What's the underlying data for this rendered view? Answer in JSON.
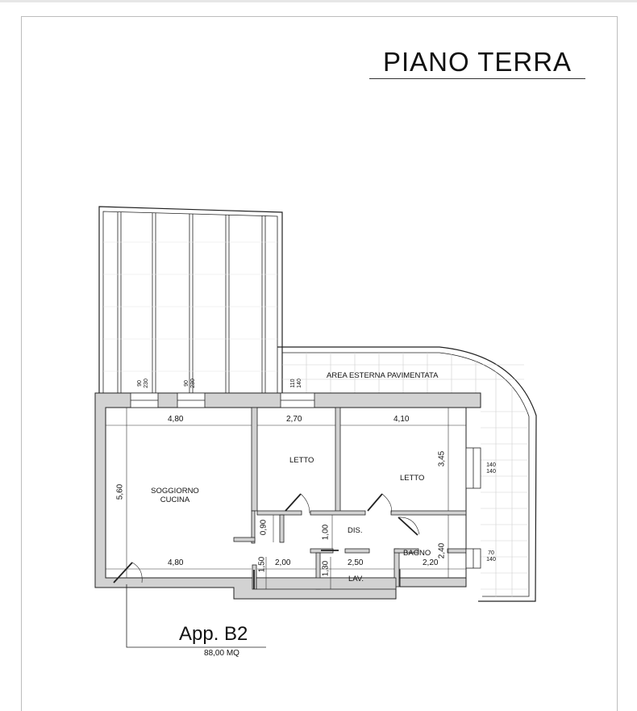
{
  "header": {
    "title": "PIANO TERRA"
  },
  "unit": {
    "name": "App. B2",
    "area": "88,00 MQ"
  },
  "rooms": {
    "outdoor": "AREA ESTERNA PAVIMENTATA",
    "living": [
      "SOGGIORNO",
      "CUCINA"
    ],
    "bedroom1": "LETTO",
    "bedroom2": "LETTO",
    "hall": "DIS.",
    "bath": "BAGNO",
    "laundry": "LAV."
  },
  "dimensions": {
    "living_width_top": "4,80",
    "living_width_bottom": "4,80",
    "living_depth": "5,60",
    "bed1_width": "2,70",
    "bed2_width": "4,10",
    "bed2_depth": "3,45",
    "closet_depth": "0,90",
    "hall_depth": "1,00",
    "bath_depth": "2,40",
    "bath_width": "2,20",
    "lav_width": "2,50",
    "lav_depth": "1,30",
    "corridor_width": "2,00",
    "corridor_depth": "1,50"
  },
  "windows": {
    "w1": [
      "90",
      "230"
    ],
    "w2": [
      "90",
      "230"
    ],
    "w3": [
      "110",
      "140"
    ],
    "w4": [
      "140",
      "140"
    ],
    "w5": [
      "70",
      "140"
    ]
  }
}
